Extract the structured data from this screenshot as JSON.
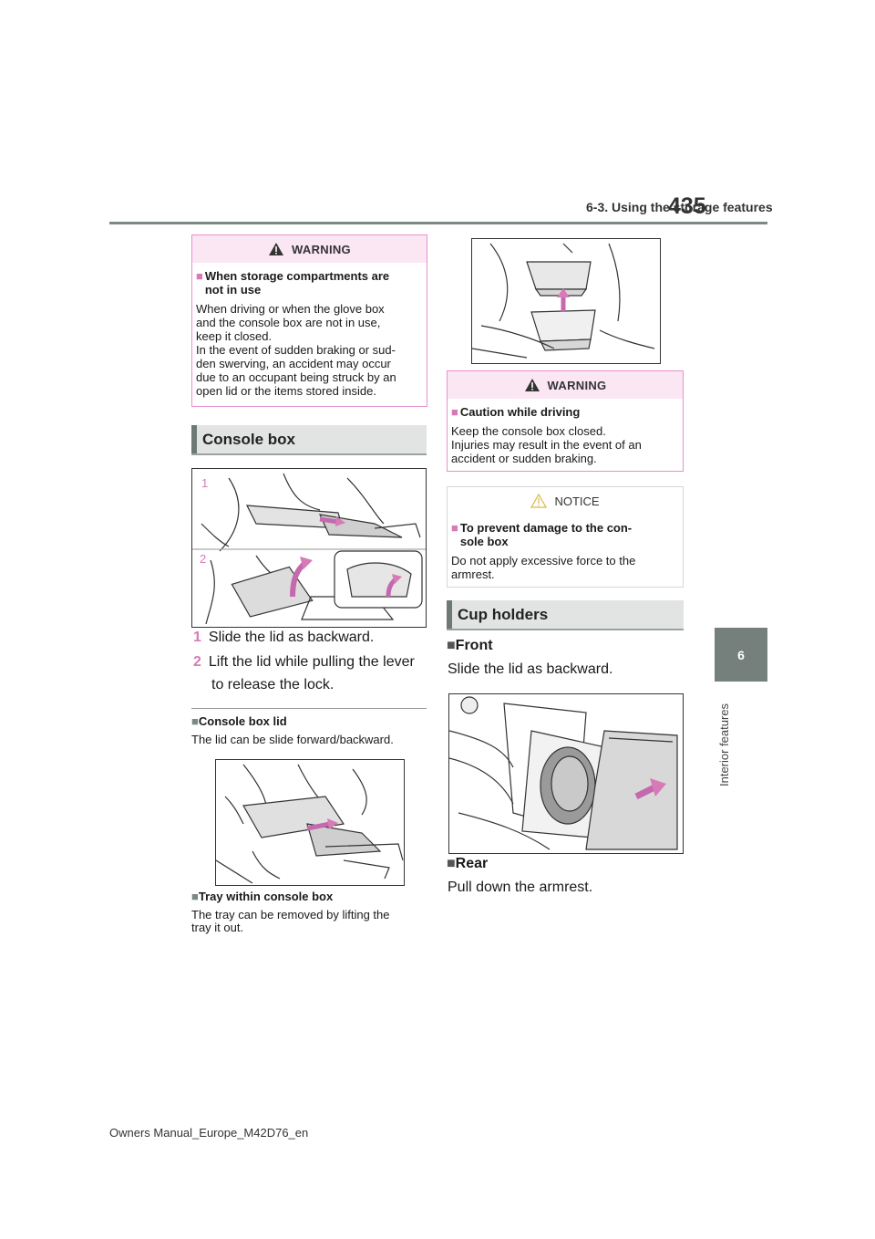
{
  "header": {
    "section": "6-3. Using the storage features",
    "page_number": "435"
  },
  "side_tab": {
    "chapter": "6",
    "label": "Interior features"
  },
  "warning1": {
    "title": "WARNING",
    "heading_marker": "■",
    "heading_lines": [
      "When storage compartments are",
      "not in use"
    ],
    "body_lines": [
      "When driving or when the glove box",
      "and the console box are not in use,",
      "keep it closed.",
      "In the event of sudden braking or sud-",
      "den swerving, an accident may occur",
      "due to an occupant being struck by an",
      "open lid or the items stored inside."
    ]
  },
  "console_box": {
    "title": "Console box",
    "fig_labels": [
      "1",
      "2"
    ],
    "steps": [
      {
        "num": "1",
        "lines": [
          "Slide the lid as backward."
        ]
      },
      {
        "num": "2",
        "lines": [
          "Lift the lid while pulling the lever",
          "to release the lock."
        ]
      }
    ],
    "lid": {
      "marker": "■",
      "heading": "Console box lid",
      "text": "The lid can be slide forward/backward."
    },
    "tray": {
      "marker": "■",
      "heading": "Tray within console box",
      "lines": [
        "The tray can be removed by lifting the",
        "tray it out."
      ]
    }
  },
  "warning2": {
    "title": "WARNING",
    "heading_marker": "■",
    "heading_lines": [
      "Caution while driving"
    ],
    "body_lines": [
      "Keep the console box closed.",
      "Injuries may result in the event of an",
      "accident or sudden braking."
    ]
  },
  "notice": {
    "title": "NOTICE",
    "heading_marker": "■",
    "heading_lines": [
      "To prevent damage to the con-",
      "sole box"
    ],
    "body_lines": [
      "Do not apply excessive force to the",
      "armrest."
    ]
  },
  "cup_holders": {
    "title": "Cup holders",
    "front": {
      "marker": "■",
      "heading": "Front",
      "text": "Slide the lid as backward."
    },
    "rear": {
      "marker": "■",
      "heading": "Rear",
      "text": "Pull down the armrest."
    }
  },
  "footer": {
    "text": "Owners Manual_Europe_M42D76_en"
  },
  "colors": {
    "accent_pink": "#d67ab8",
    "warning_border": "#e98fcf",
    "warning_bar": "#fbe7f4",
    "section_bg": "#e1e4e3",
    "gray_rule": "#7d8784"
  }
}
